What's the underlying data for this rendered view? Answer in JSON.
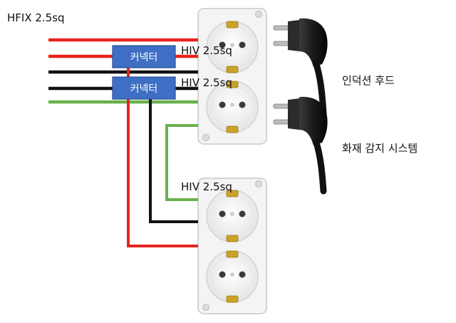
{
  "labels": {
    "main_wire": "HFIX 2.5sq",
    "hiv_top": "HIV 2.5sq",
    "hiv_middle": "HIV 2.5sq",
    "hiv_bottom": "HIV 2.5sq",
    "connector_top": "커넥터",
    "connector_bottom": "커넥터",
    "plug_induction": "인덕션 후드",
    "plug_fire": "화재 감지 시스템"
  },
  "colors": {
    "wire_red": "#e8231c",
    "wire_black": "#111111",
    "wire_green": "#6ab04c",
    "connector_fill": "#3f6fc4",
    "connector_border": "#2b4f96",
    "outlet_body": "#f4f4f4",
    "outlet_border": "#c9c9c9",
    "socket_face": "#e9e9e9",
    "brass_clip": "#c9a227",
    "plug_body": "#1c1c1c"
  },
  "icons": [
    "double-socket-outlet-icon",
    "power-plug-icon"
  ]
}
